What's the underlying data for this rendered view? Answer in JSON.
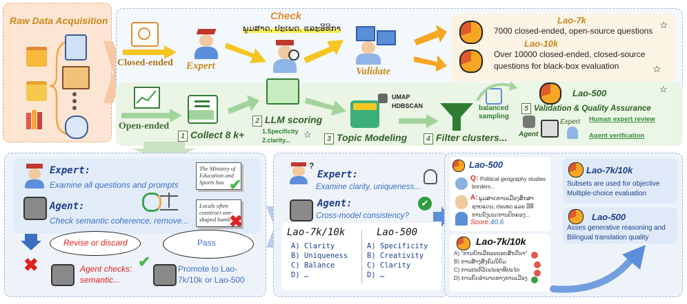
{
  "colors": {
    "orange": "#f4a640",
    "green": "#8fc68a",
    "blue": "#5b8fd9",
    "dark_green": "#4b7b3e",
    "red": "#e02020",
    "gold": "#c98a1e"
  },
  "raw": {
    "title": "Raw Data Acquisition"
  },
  "top": {
    "closed_ended": "Closed-ended",
    "open_ended": "Open-ended",
    "check_title": "Check",
    "check_lao": "ພູມສາດ, ປະເພດ, ແລະອີທີກາ",
    "expert": "Expert",
    "validate": "Validate",
    "step1_num": "1",
    "step1": "Collect 8 k+",
    "step2_num": "2",
    "step2": "LLM scoring",
    "step2_note1": "1.Specificity",
    "step2_note2": "2.clarity...",
    "step3_num": "3",
    "step3": "Topic Modeling",
    "step3_note1": "UMAP",
    "step3_note2": "HDBSCAN",
    "step4_num": "4",
    "step4": "Filter clusters...",
    "balanced1": "balanced",
    "balanced2": "sampling",
    "step5_num": "5",
    "step5": "Validation & Quality Assurance",
    "lao7k_title": "Lao-7k",
    "lao7k_desc": "7000 closed-ended, open-source questions",
    "lao10k_title": "Lao-10k",
    "lao10k_desc1": "Over 10000 closed-ended, closed-source",
    "lao10k_desc2": "questions for black-box evaluation",
    "lao500_title": "Lao-500",
    "agent": "Agent",
    "expert_small": "Expert",
    "human_review": "Human expert review",
    "agent_verify": "Agent verification"
  },
  "bl": {
    "expert_title": "Expert:",
    "expert_desc": "Examine all questions and prompts",
    "agent_title": "Agent:",
    "agent_desc": "Check semantic coherence, remove...",
    "card1": [
      "The Ministry of",
      "Education and",
      "Sports has"
    ],
    "card2": [
      "Locals often",
      "construct one-",
      "shaped bamb"
    ],
    "revise": "Revise or discard",
    "pass": "Pass",
    "agent_checks1": "Agent checks:",
    "agent_checks2": "semantic...",
    "promote1": "Promote to Lao-",
    "promote2": "7k/10k or Lao-500"
  },
  "bm": {
    "expert_title": "Expert:",
    "expert_desc": "Examine clarity, uniqueness...",
    "agent_title": "Agent:",
    "agent_desc": "Cross-model consistency?",
    "col1_title": "Lao-7k/10k",
    "col1_items": [
      "A) Clarity",
      "B) Uniqueness",
      "C) Balance",
      "D) …"
    ],
    "col2_title": "Lao-500",
    "col2_items": [
      "A) Specificity",
      "B) Creativity",
      "C) Clarity",
      "D) …"
    ]
  },
  "br": {
    "card_top_title": "Lao-500",
    "q_label": "Q:",
    "q_text1": "Political geography studies",
    "q_text2": "borders...",
    "a_label": "A:",
    "a_text": [
      "ພູມສາດການເມືອງສຶກສາ",
      "ຊາຍແດນ, ປະເທດ ແລະ ອີທີ",
      "ການຂົງເຂດການປົກຄອງ..."
    ],
    "score_label": "Score:",
    "score_value": "40.6",
    "card_bottom_title": "Lao-7k/10k",
    "options": [
      "A) \"ການຍົກເລີກລະບອບສັກດີນາ\"",
      "B) ການສ້າງສັງຄົມນິຍົມ",
      "C) ການປະຕິວັດປະຊາທິປະໄຕ",
      "D) ການຍຶດອຳນາດທາງການເມືອງ"
    ],
    "r1_title": "Lao-7k/10k",
    "r1_desc1": "Subsets are used for objective",
    "r1_desc2": "Multiple-choice evaluation",
    "r2_title": "Lao-500",
    "r2_desc1": "Asses generative reasoning and",
    "r2_desc2": "Bilingual translation quality"
  }
}
